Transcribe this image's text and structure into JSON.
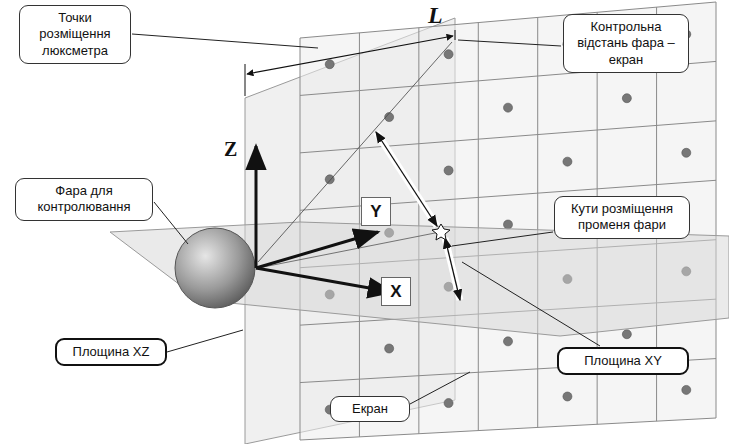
{
  "diagram": {
    "nodes": [
      {
        "text": [
          "Точки розміщення люксметра"
        ]
      },
      {
        "text": [
          "Контрольна відстань фара – екран"
        ]
      },
      {
        "text": [
          "Y"
        ]
      },
      {
        "text": [
          "Фара для контролювання"
        ]
      },
      {
        "text": [
          "Кути розміщення променя фари"
        ]
      },
      {
        "text": [
          "X"
        ]
      },
      {
        "text": [
          "Площина XZ"
        ]
      },
      {
        "text": [
          "Екран"
        ]
      },
      {
        "text": [
          "Площина XY"
        ]
      }
    ],
    "labels": [
      "L",
      "Z"
    ]
  }
}
